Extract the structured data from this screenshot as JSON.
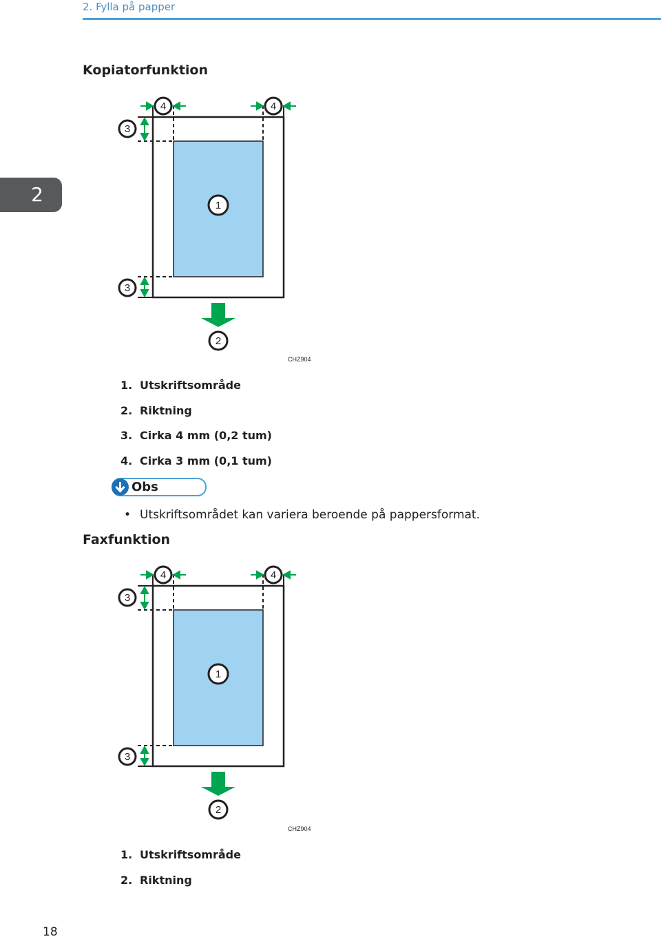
{
  "running_head": "2. Fylla på papper",
  "chapter_tab": "2",
  "sections": {
    "copier": {
      "heading": "Kopiatorfunktion",
      "figure": {
        "code": "CHZ904",
        "callouts": {
          "print_area": "1",
          "direction": "2",
          "top_bottom_margin": "3",
          "side_margin": "4"
        }
      },
      "captions": [
        {
          "num": "1.",
          "text": "Utskriftsområde"
        },
        {
          "num": "2.",
          "text": "Riktning"
        },
        {
          "num": "3.",
          "text": "Cirka 4 mm (0,2 tum)"
        },
        {
          "num": "4.",
          "text": "Cirka 3 mm (0,1 tum)"
        }
      ]
    },
    "note": {
      "label": "Obs",
      "items": [
        "Utskriftsområdet kan variera beroende på pappersformat."
      ]
    },
    "fax": {
      "heading": "Faxfunktion",
      "figure": {
        "code": "CHZ904",
        "callouts": {
          "print_area": "1",
          "direction": "2",
          "top_bottom_margin": "3",
          "side_margin": "4"
        }
      },
      "captions": [
        {
          "num": "1.",
          "text": "Utskriftsområde"
        },
        {
          "num": "2.",
          "text": "Riktning"
        }
      ]
    }
  },
  "page_number": "18",
  "colors": {
    "accent": "#4aa3d8",
    "print_area": "#9fd3f1",
    "arrow": "#00a550",
    "tab": "#58595b",
    "note_icon": "#1d6fb7"
  }
}
